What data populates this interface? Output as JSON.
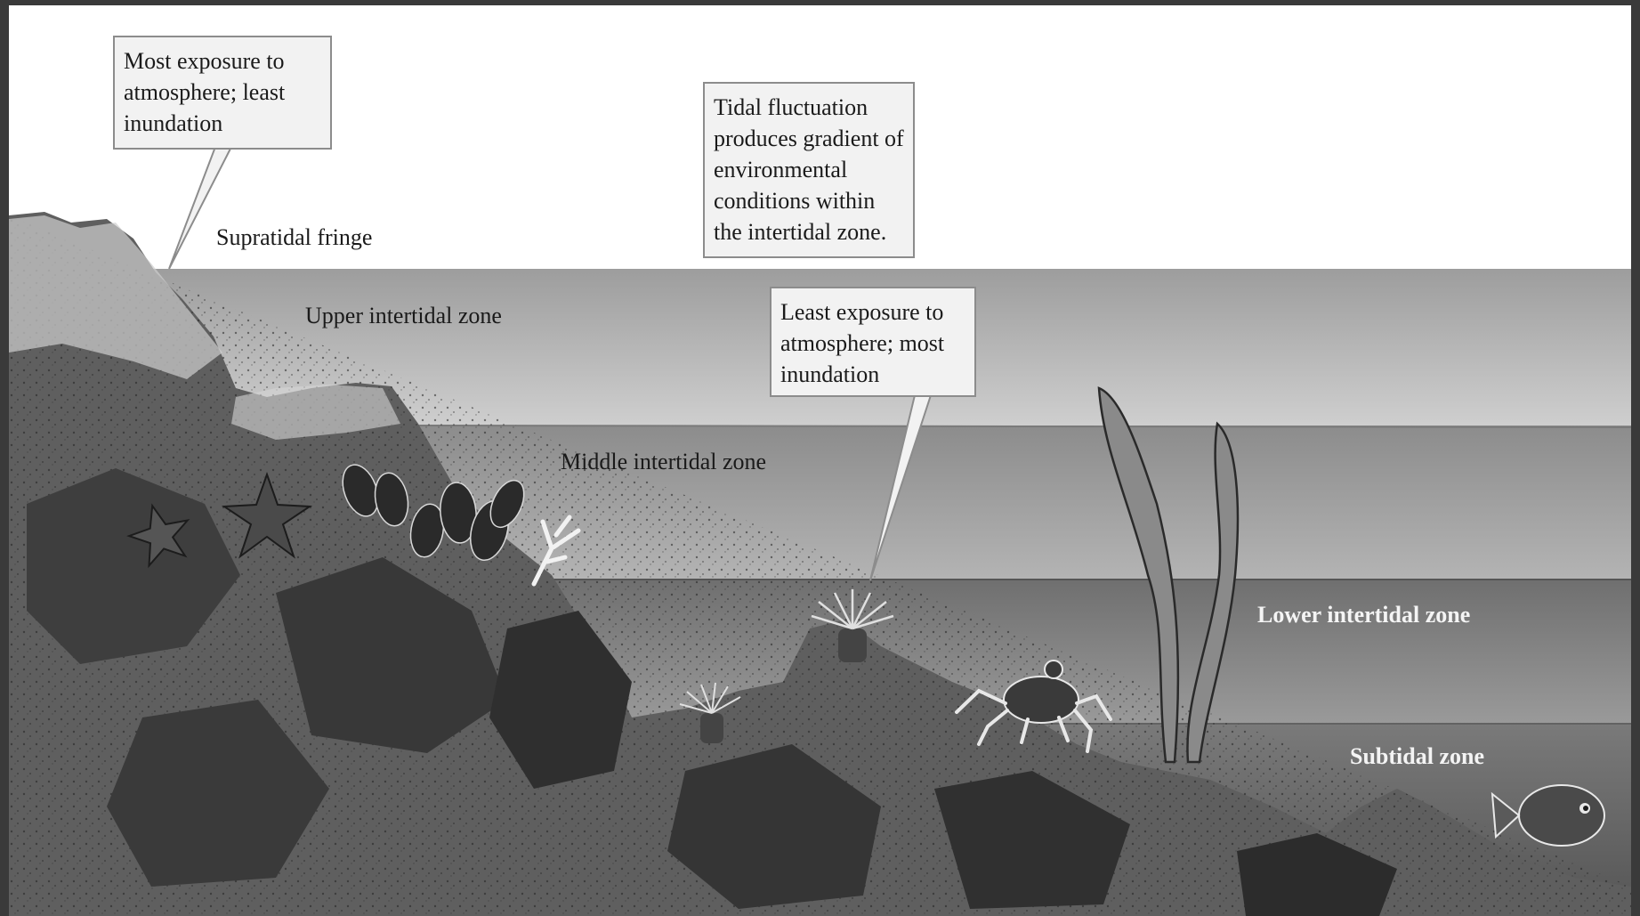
{
  "callouts": {
    "top_left": "Most exposure to atmosphere; least inundation",
    "top_center": "Tidal fluctuation produces gradient of environmental conditions within the intertidal zone.",
    "middle": "Least exposure to atmosphere; most inundation"
  },
  "zones": {
    "supratidal": "Supratidal fringe",
    "upper": "Upper intertidal zone",
    "middle": "Middle intertidal zone",
    "lower": "Lower intertidal zone",
    "subtidal": "Subtidal zone"
  },
  "colors": {
    "sky": "#ffffff",
    "upper_water": "#b9b9b9",
    "middle_water": "#9b9b9b",
    "lower_water": "#808080",
    "rock": "#5e5e5e",
    "rock_dark": "#2f2f2f"
  },
  "organisms": [
    "sea-star",
    "mussels",
    "coral",
    "sea-anemone",
    "crab",
    "kelp",
    "fish"
  ]
}
